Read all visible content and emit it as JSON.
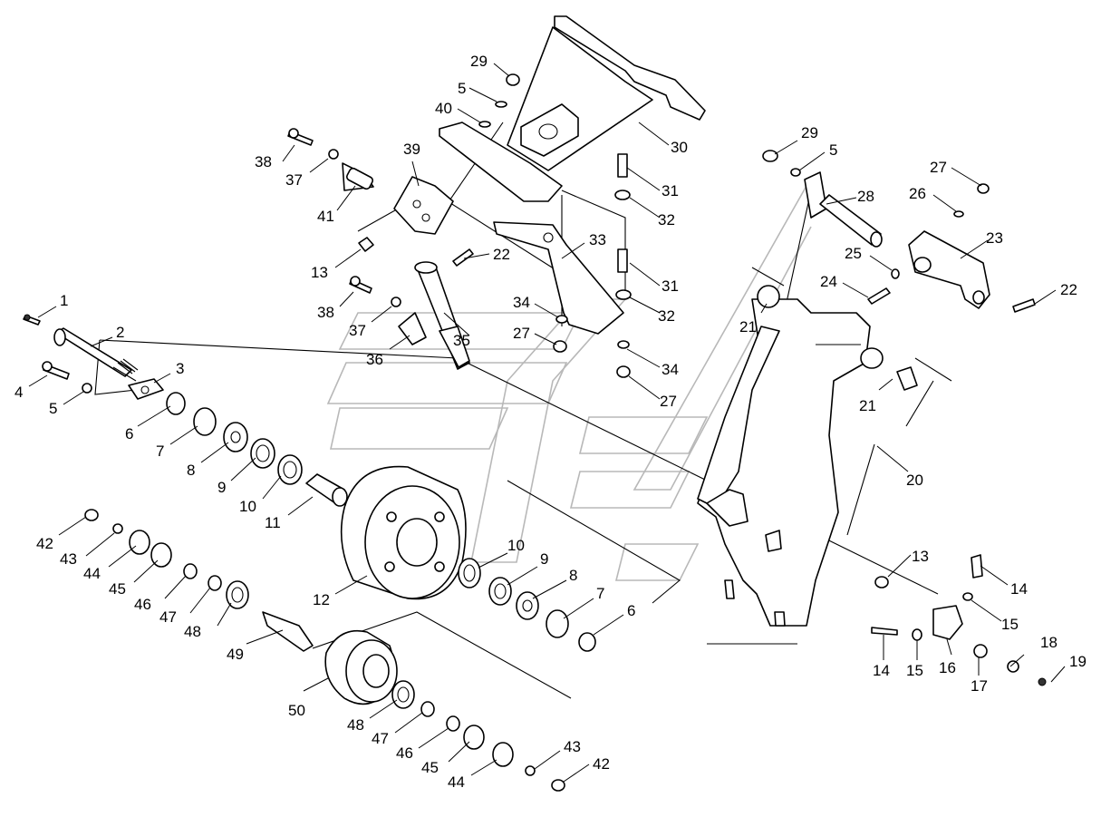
{
  "diagram": {
    "type": "exploded-parts-diagram",
    "callouts": [
      {
        "id": "c1",
        "text": "1"
      },
      {
        "id": "c2",
        "text": "2"
      },
      {
        "id": "c3",
        "text": "3"
      },
      {
        "id": "c4",
        "text": "4"
      },
      {
        "id": "c5a",
        "text": "5"
      },
      {
        "id": "c5b",
        "text": "5"
      },
      {
        "id": "c5c",
        "text": "5"
      },
      {
        "id": "c6a",
        "text": "6"
      },
      {
        "id": "c6b",
        "text": "6"
      },
      {
        "id": "c7a",
        "text": "7"
      },
      {
        "id": "c7b",
        "text": "7"
      },
      {
        "id": "c8a",
        "text": "8"
      },
      {
        "id": "c8b",
        "text": "8"
      },
      {
        "id": "c9a",
        "text": "9"
      },
      {
        "id": "c9b",
        "text": "9"
      },
      {
        "id": "c10a",
        "text": "10"
      },
      {
        "id": "c10b",
        "text": "10"
      },
      {
        "id": "c11",
        "text": "11"
      },
      {
        "id": "c12",
        "text": "12"
      },
      {
        "id": "c13a",
        "text": "13"
      },
      {
        "id": "c13b",
        "text": "13"
      },
      {
        "id": "c14a",
        "text": "14"
      },
      {
        "id": "c14b",
        "text": "14"
      },
      {
        "id": "c15a",
        "text": "15"
      },
      {
        "id": "c15b",
        "text": "15"
      },
      {
        "id": "c16",
        "text": "16"
      },
      {
        "id": "c17",
        "text": "17"
      },
      {
        "id": "c18",
        "text": "18"
      },
      {
        "id": "c19",
        "text": "19"
      },
      {
        "id": "c20",
        "text": "20"
      },
      {
        "id": "c21a",
        "text": "21"
      },
      {
        "id": "c21b",
        "text": "21"
      },
      {
        "id": "c22a",
        "text": "22"
      },
      {
        "id": "c22b",
        "text": "22"
      },
      {
        "id": "c23",
        "text": "23"
      },
      {
        "id": "c24",
        "text": "24"
      },
      {
        "id": "c25",
        "text": "25"
      },
      {
        "id": "c26",
        "text": "26"
      },
      {
        "id": "c27a",
        "text": "27"
      },
      {
        "id": "c27b",
        "text": "27"
      },
      {
        "id": "c27c",
        "text": "27"
      },
      {
        "id": "c28",
        "text": "28"
      },
      {
        "id": "c29a",
        "text": "29"
      },
      {
        "id": "c29b",
        "text": "29"
      },
      {
        "id": "c30",
        "text": "30"
      },
      {
        "id": "c31a",
        "text": "31"
      },
      {
        "id": "c31b",
        "text": "31"
      },
      {
        "id": "c32a",
        "text": "32"
      },
      {
        "id": "c32b",
        "text": "32"
      },
      {
        "id": "c33",
        "text": "33"
      },
      {
        "id": "c34a",
        "text": "34"
      },
      {
        "id": "c34b",
        "text": "34"
      },
      {
        "id": "c35",
        "text": "35"
      },
      {
        "id": "c36",
        "text": "36"
      },
      {
        "id": "c37a",
        "text": "37"
      },
      {
        "id": "c37b",
        "text": "37"
      },
      {
        "id": "c38a",
        "text": "38"
      },
      {
        "id": "c38b",
        "text": "38"
      },
      {
        "id": "c39",
        "text": "39"
      },
      {
        "id": "c40",
        "text": "40"
      },
      {
        "id": "c41",
        "text": "41"
      },
      {
        "id": "c42a",
        "text": "42"
      },
      {
        "id": "c42b",
        "text": "42"
      },
      {
        "id": "c43a",
        "text": "43"
      },
      {
        "id": "c43b",
        "text": "43"
      },
      {
        "id": "c44a",
        "text": "44"
      },
      {
        "id": "c44b",
        "text": "44"
      },
      {
        "id": "c45a",
        "text": "45"
      },
      {
        "id": "c45b",
        "text": "45"
      },
      {
        "id": "c46a",
        "text": "46"
      },
      {
        "id": "c46b",
        "text": "46"
      },
      {
        "id": "c47a",
        "text": "47"
      },
      {
        "id": "c47b",
        "text": "47"
      },
      {
        "id": "c48a",
        "text": "48"
      },
      {
        "id": "c48b",
        "text": "48"
      },
      {
        "id": "c49",
        "text": "49"
      },
      {
        "id": "c50",
        "text": "50"
      }
    ]
  }
}
